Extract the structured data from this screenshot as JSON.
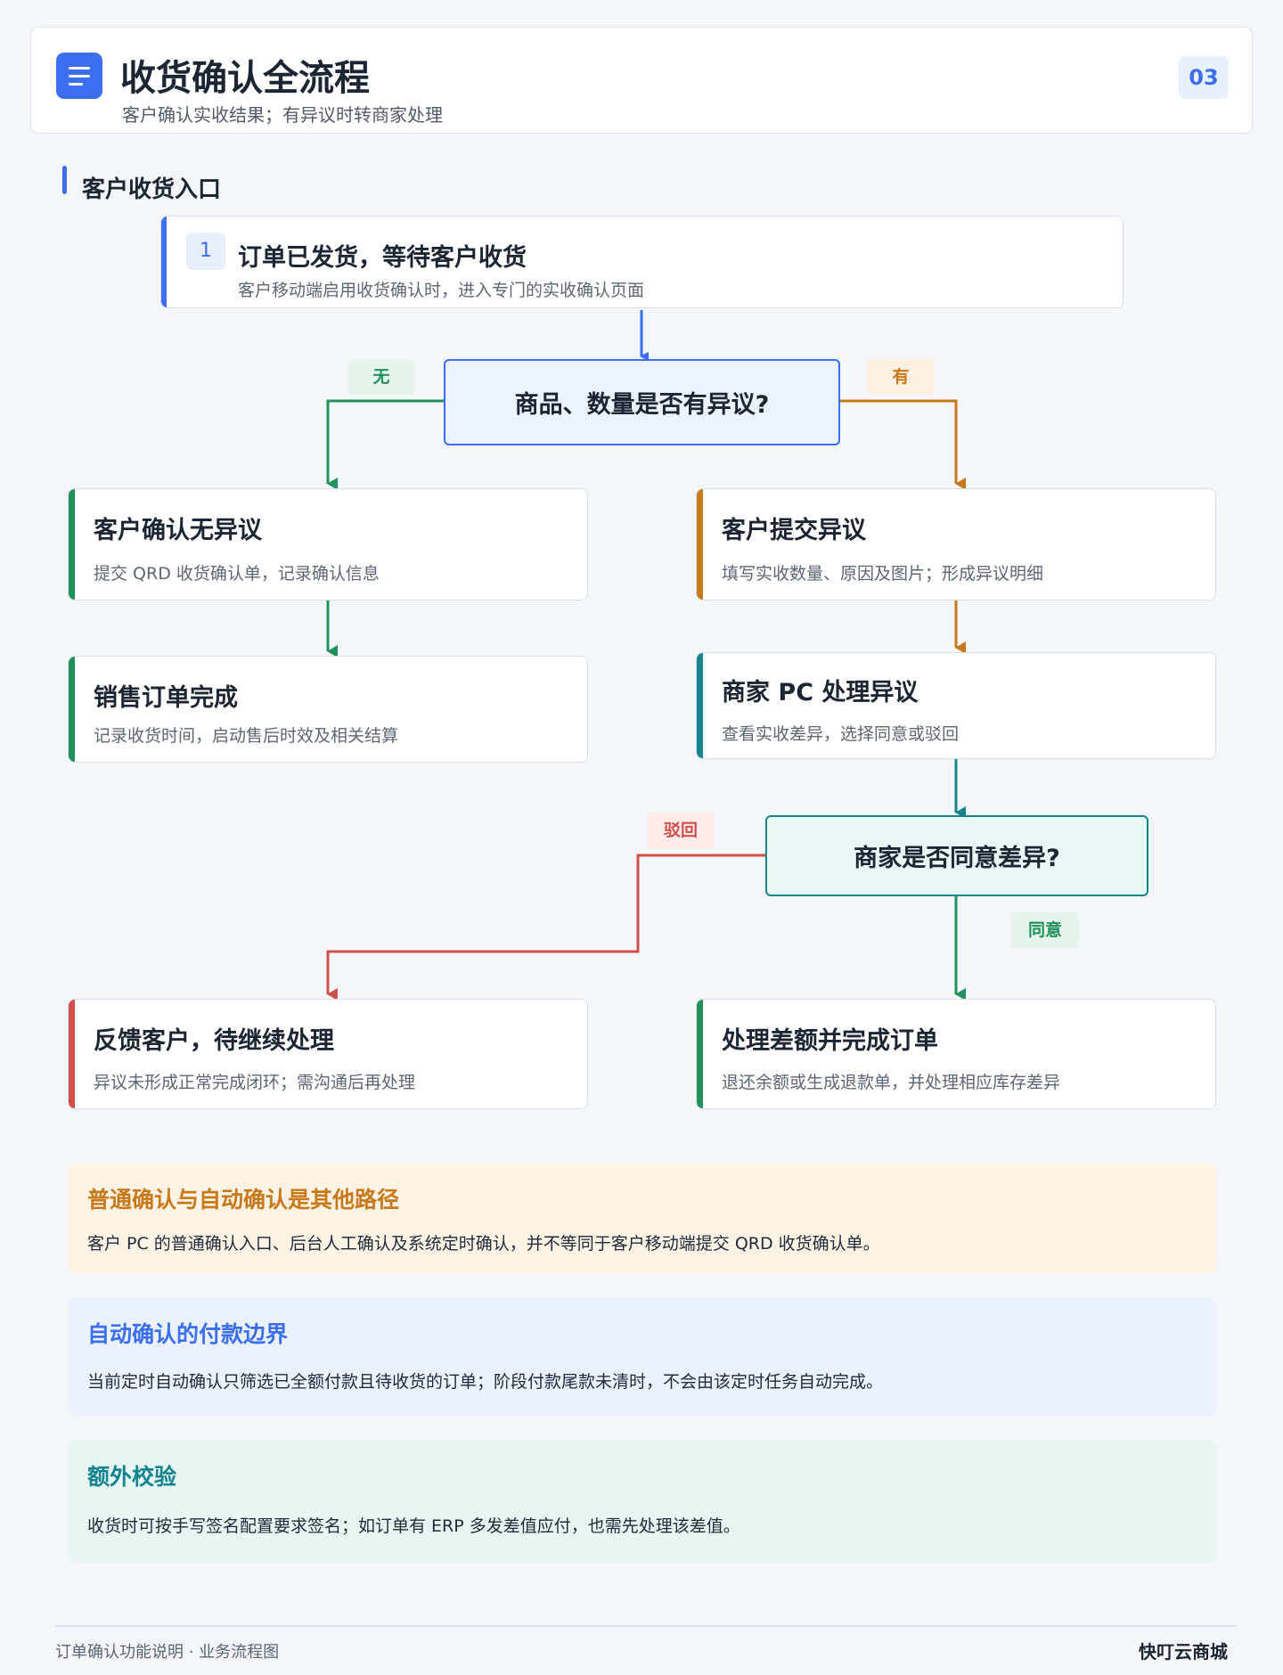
{
  "header": {
    "title": "收货确认全流程",
    "subtitle": "客户确认实收结果；有异议时转商家处理",
    "page_number": "03",
    "icon": "document-list-icon"
  },
  "section": {
    "title": "客户收货入口"
  },
  "flow": {
    "start": {
      "number": "1",
      "title": "订单已发货，等待客户收货",
      "desc": "客户移动端启用收货确认时，进入专门的实收确认页面"
    },
    "decision1": {
      "label": "商品、数量是否有异议?",
      "no_label": "无",
      "yes_label": "有"
    },
    "confirm_no_issue": {
      "title": "客户确认无异议",
      "desc": "提交 QRD 收货确认单，记录确认信息"
    },
    "order_complete": {
      "title": "销售订单完成",
      "desc": "记录收货时间，启动售后时效及相关结算"
    },
    "submit_issue": {
      "title": "客户提交异议",
      "desc": "填写实收数量、原因及图片；形成异议明细"
    },
    "merchant_handle": {
      "title": "商家 PC 处理异议",
      "desc": "查看实收差异，选择同意或驳回"
    },
    "decision2": {
      "label": "商家是否同意差异?",
      "reject_label": "驳回",
      "agree_label": "同意"
    },
    "feedback": {
      "title": "反馈客户，待继续处理",
      "desc": "异议未形成正常完成闭环；需沟通后再处理"
    },
    "settle": {
      "title": "处理差额并完成订单",
      "desc": "退还余额或生成退款单，并处理相应库存差异"
    }
  },
  "notes": [
    {
      "title": "普通确认与自动确认是其他路径",
      "body": "客户 PC 的普通确认入口、后台人工确认及系统定时确认，并不等同于客户移动端提交 QRD 收货确认单。"
    },
    {
      "title": "自动确认的付款边界",
      "body": "当前定时自动确认只筛选已全额付款且待收货的订单；阶段付款尾款未清时，不会由该定时任务自动完成。"
    },
    {
      "title": "额外校验",
      "body": "收货时可按手写签名配置要求签名；如订单有 ERP 多发差值应付，也需先处理该差值。"
    }
  ],
  "footer": {
    "left": "订单确认功能说明 · 业务流程图",
    "right": "快叮云商城"
  },
  "colors": {
    "blue": "#3b6ff0",
    "green": "#23915a",
    "orange": "#c7791b",
    "teal": "#14848f",
    "red": "#d0504c"
  }
}
